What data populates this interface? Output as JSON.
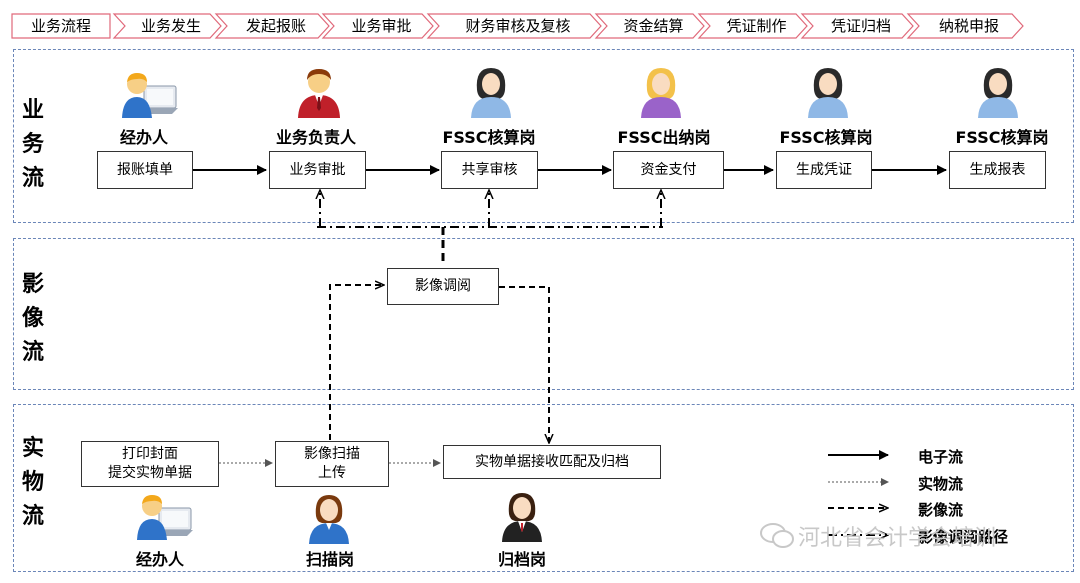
{
  "process_steps": [
    "业务流程",
    "业务发生",
    "发起报账",
    "业务审批",
    "财务审核及复核",
    "资金结算",
    "凭证制作",
    "凭证归档",
    "纳税申报"
  ],
  "lanes": {
    "business": [
      "业",
      "务",
      "流"
    ],
    "image": [
      "影",
      "像",
      "流"
    ],
    "physical": [
      "实",
      "物",
      "流"
    ]
  },
  "business_flow": {
    "roles": [
      "经办人",
      "业务负责人",
      "FSSC核算岗",
      "FSSC出纳岗",
      "FSSC核算岗",
      "FSSC核算岗"
    ],
    "steps": [
      "报账填单",
      "业务审批",
      "共享审核",
      "资金支付",
      "生成凭证",
      "生成报表"
    ]
  },
  "image_flow": {
    "review": "影像调阅"
  },
  "physical_flow": {
    "print": [
      "打印封面",
      "提交实物单据"
    ],
    "scan": [
      "影像扫描",
      "上传"
    ],
    "archive": "实物单据接收匹配及归档",
    "roles": [
      "经办人",
      "扫描岗",
      "归档岗"
    ]
  },
  "legend": [
    "电子流",
    "实物流",
    "影像流",
    "影像调阅路径"
  ],
  "watermark": "河北省会计学会培训",
  "colors": {
    "ribbon_border": "#e0697a",
    "lane_border": "#6b86b8",
    "manager_red": "#c0202a",
    "user_blue": "#2f73c9",
    "user_yellow": "#f3b21f",
    "female_purple": "#9a63c9"
  }
}
